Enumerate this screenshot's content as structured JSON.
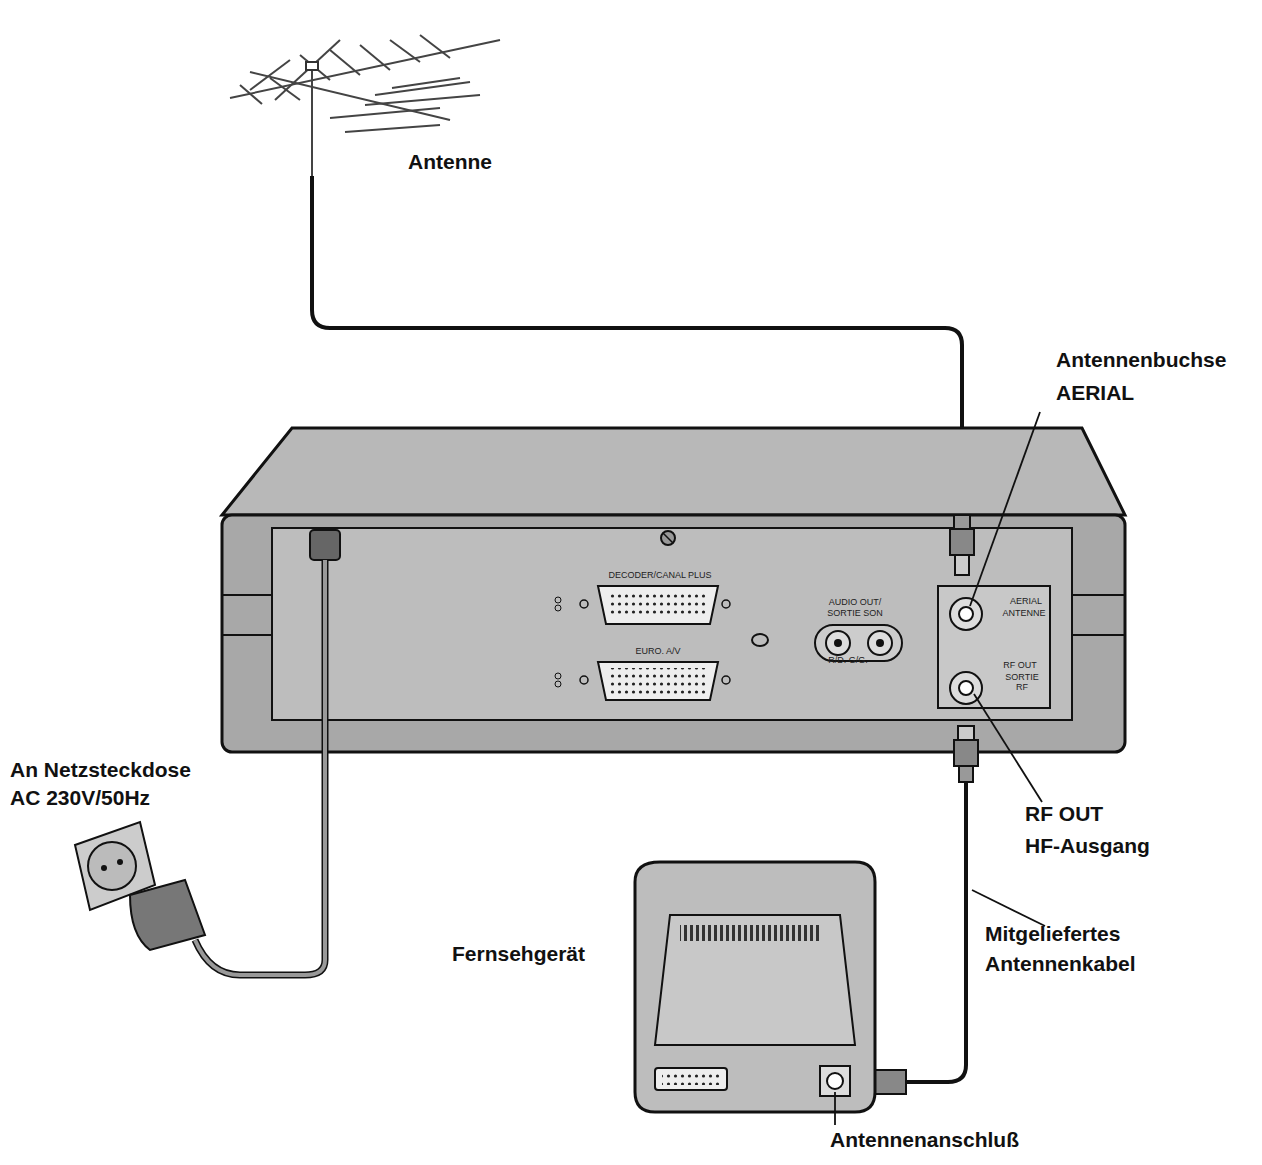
{
  "diagram": {
    "nodes": [
      {
        "text": [
          "DECODER/CANAL PLUS",
          "EURO. A/V",
          "AUDIO OUT/",
          "SORTIE SON",
          "R/D. G/G.",
          "AERIAL",
          "ANTENNE",
          "RF OUT",
          "SORTIE",
          "RF"
        ]
      }
    ],
    "labels": [
      "Antenne",
      "Antennenbuchse",
      "AERIAL",
      "An Netzsteckdose",
      "AC 230V/50Hz",
      "RF OUT",
      "HF-Ausgang",
      "Fernsehgerät",
      "Mitgeliefertes",
      "Antennenkabel",
      "Antennenanschluß"
    ]
  }
}
